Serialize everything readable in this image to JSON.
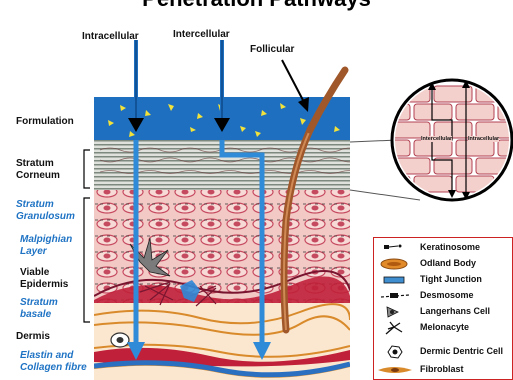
{
  "title": "Penetration Pathways",
  "pathways": {
    "intracellular": "Intracellular",
    "intercellular": "Intercellular",
    "follicular": "Follicular"
  },
  "zoom_labels": {
    "intercellular": "Intercellular",
    "intracellular": "Intracellular"
  },
  "layers": [
    {
      "text": "Formulation",
      "style": "black"
    },
    {
      "text": "Stratum",
      "style": "black"
    },
    {
      "text": "Corneum",
      "style": "black"
    },
    {
      "text": "Stratum",
      "style": "blue"
    },
    {
      "text": "Granulosum",
      "style": "blue"
    },
    {
      "text": "Malpighian",
      "style": "blue"
    },
    {
      "text": "Layer",
      "style": "blue"
    },
    {
      "text": "Viable",
      "style": "black"
    },
    {
      "text": "Epidermis",
      "style": "black"
    },
    {
      "text": "Stratum",
      "style": "blue"
    },
    {
      "text": "basale",
      "style": "blue"
    },
    {
      "text": "Dermis",
      "style": "black"
    },
    {
      "text": "Elastin and",
      "style": "blue"
    },
    {
      "text": "Collagen fibre",
      "style": "blue"
    }
  ],
  "legend": [
    {
      "label": "Keratinosome",
      "icon": "keratinosome-icon"
    },
    {
      "label": "Odland Body",
      "icon": "odland-body-icon"
    },
    {
      "label": "Tight Junction",
      "icon": "tight-junction-icon"
    },
    {
      "label": "Desmosome",
      "icon": "desmosome-icon"
    },
    {
      "label": "Langerhans Cell",
      "icon": "langerhans-cell-icon"
    },
    {
      "label": "Melonacyte",
      "icon": "melanocyte-icon"
    },
    {
      "label": "Dermic Dentric Cell",
      "icon": "dermic-dendritic-cell-icon"
    },
    {
      "label": "Fibroblast",
      "icon": "fibroblast-icon"
    }
  ],
  "colors": {
    "formulation": "#1e6fc0",
    "pathway_arrow": "#2f8ad8",
    "stratum_corneum": "#9aa39a",
    "epidermis": "#f3c9c6",
    "cell_outline": "#c64a5f",
    "hair": "#a0582a",
    "dermis_fibre": "#d98a2b",
    "blood_vessel": "#c0203a",
    "legend_border": "#cc2222",
    "vessel_blue": "#2a6fc0"
  }
}
